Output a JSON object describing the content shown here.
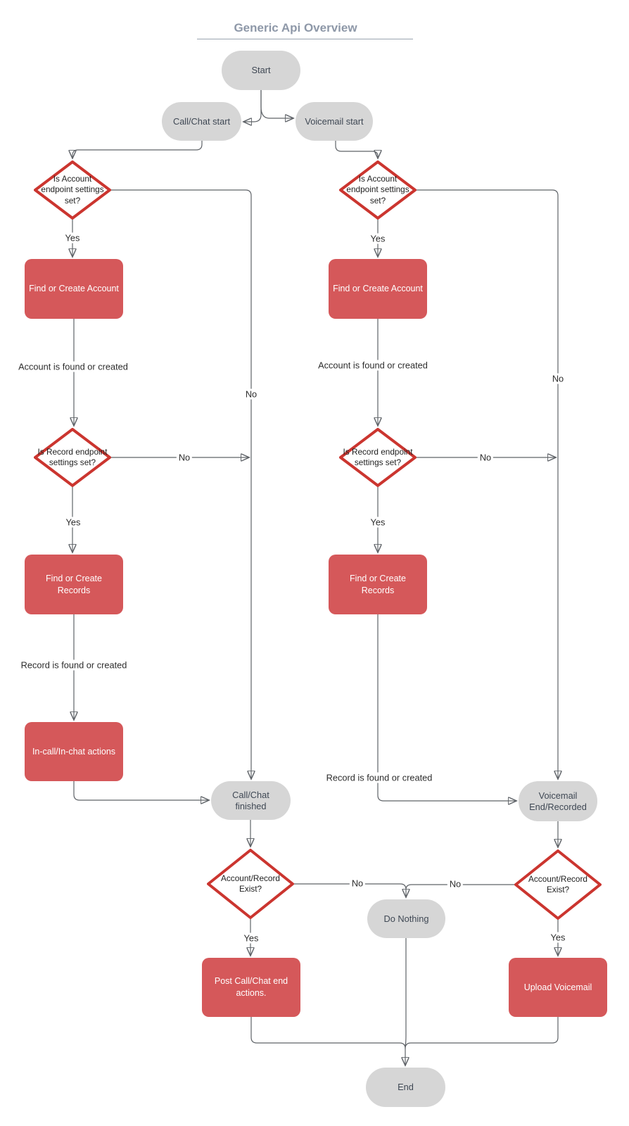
{
  "title": "Generic Api Overview",
  "nodes": {
    "start": "Start",
    "call_chat_start": "Call/Chat start",
    "voicemail_start": "Voicemail start",
    "account_decision_left": "Is Account endpoint settings set?",
    "account_decision_right": "Is Account endpoint settings set?",
    "find_or_create_account_left": "Find or Create Account",
    "find_or_create_account_right": "Find or Create Account",
    "record_decision_left": "Is Record endpoint settings set?",
    "record_decision_right": "Is Record endpoint settings set?",
    "find_or_create_records_left": "Find or Create Records",
    "find_or_create_records_right": "Find or Create Records",
    "in_call_actions": "In-call/In-chat actions",
    "call_chat_finished": "Call/Chat finished",
    "voicemail_end": "Voicemail End/Recorded",
    "exist_decision_left": "Account/Record Exist?",
    "exist_decision_right": "Account/Record Exist?",
    "do_nothing": "Do Nothing",
    "post_call_actions": "Post Call/Chat end actions.",
    "upload_voicemail": "Upload Voicemail",
    "end": "End"
  },
  "edge_labels": {
    "account_yes_left": "Yes",
    "account_yes_right": "Yes",
    "account_no_left": "No",
    "account_no_right": "No",
    "account_found_left": "Account is found or created",
    "account_found_right": "Account is found or created",
    "record_yes_left": "Yes",
    "record_yes_right": "Yes",
    "record_no_left": "No",
    "record_no_right": "No",
    "record_found_left": "Record is found or created",
    "record_found_right": "Record is found or created",
    "exist_no_left": "No",
    "exist_no_right": "No",
    "exist_yes_left": "Yes",
    "exist_yes_right": "Yes"
  },
  "colors": {
    "process_fill": "#d5585a",
    "process_text": "#ffffff",
    "decision_stroke": "#cb352f",
    "terminal_fill": "#d6d6d6",
    "terminal_text": "#3f4854",
    "line": "#5f6368",
    "title_color": "#8e98a8",
    "title_rule": "#9aa3b0"
  }
}
